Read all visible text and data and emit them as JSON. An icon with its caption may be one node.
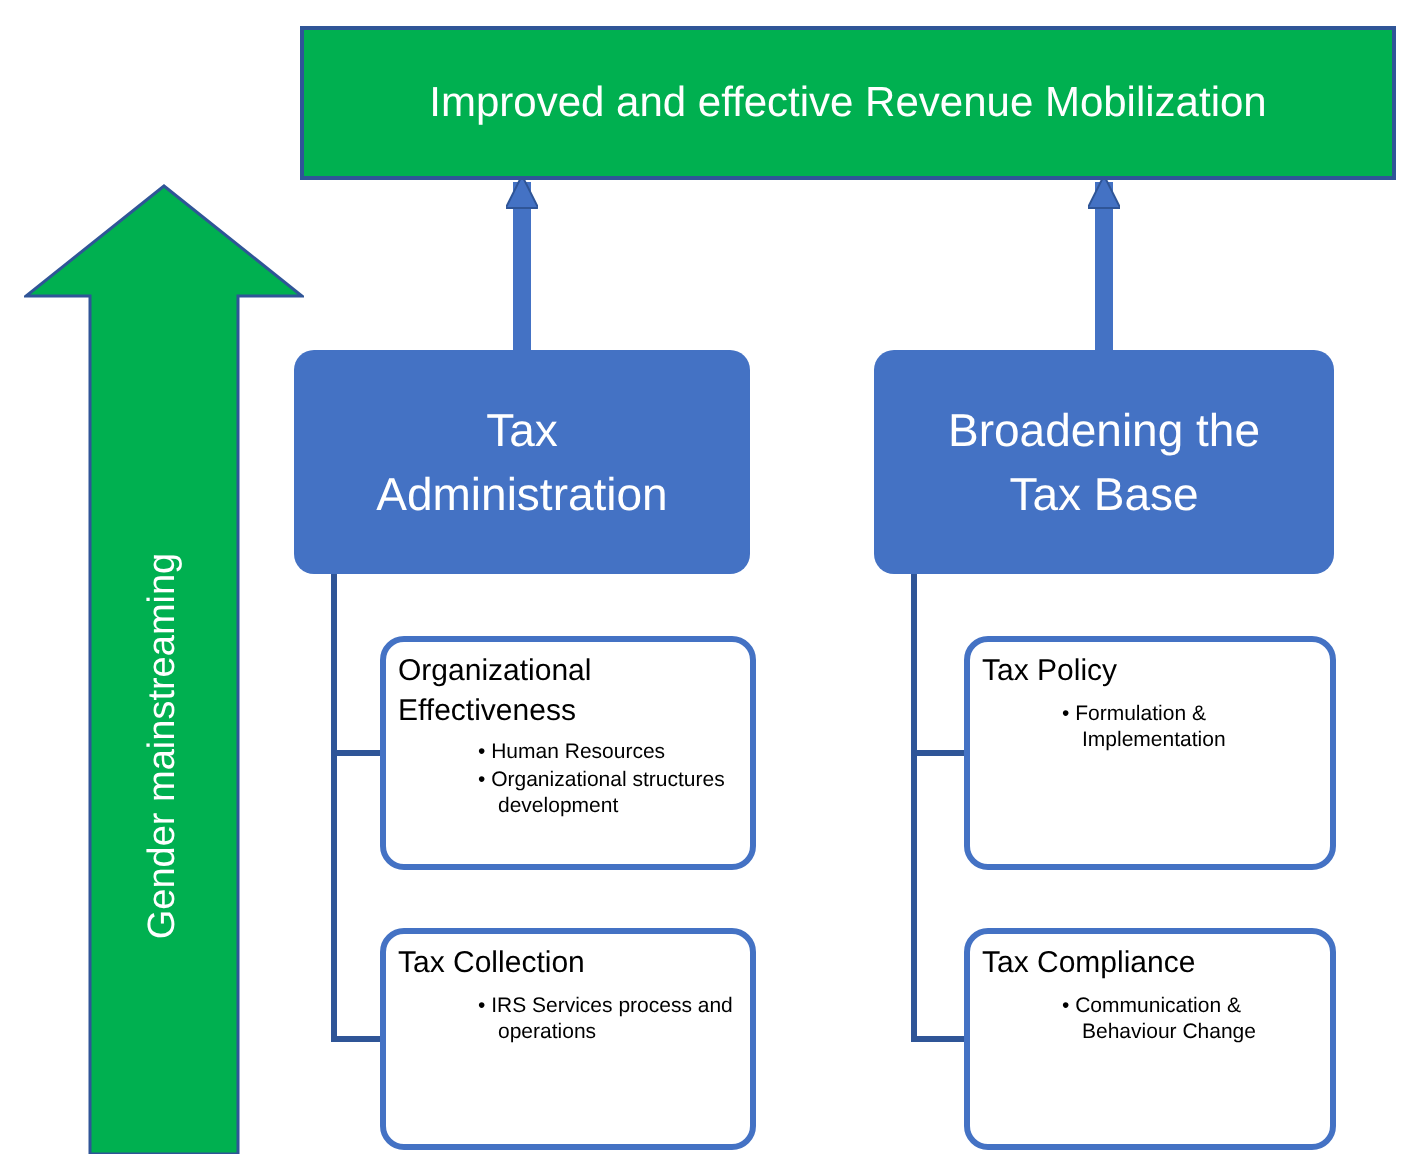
{
  "diagram": {
    "nodes": [
      {
        "text": [
          "Improved and effective Revenue Mobilization"
        ]
      },
      {
        "text": [
          "Gender mainstreaming"
        ]
      },
      {
        "text": [
          "Tax Administration"
        ]
      },
      {
        "text": [
          "Broadening the Tax Base"
        ]
      },
      {
        "text": [
          "Organizational Effectiveness",
          "• Human Resources",
          "• Organizational structures development"
        ]
      },
      {
        "text": [
          "Tax Collection",
          "• IRS Services process and operations"
        ]
      },
      {
        "text": [
          "Tax Policy",
          "• Formulation & Implementation"
        ]
      },
      {
        "text": [
          "Tax Compliance",
          "• Communication & Behaviour Change"
        ]
      }
    ],
    "edges": [
      {
        "from": 2,
        "to": 0,
        "arrow": "to",
        "style": "thick"
      },
      {
        "from": 3,
        "to": 0,
        "arrow": "to",
        "style": "thick"
      },
      {
        "from": 2,
        "to": 4,
        "arrow": "none"
      },
      {
        "from": 2,
        "to": 5,
        "arrow": "none"
      },
      {
        "from": 3,
        "to": 6,
        "arrow": "none"
      },
      {
        "from": 3,
        "to": 7,
        "arrow": "none"
      }
    ]
  }
}
